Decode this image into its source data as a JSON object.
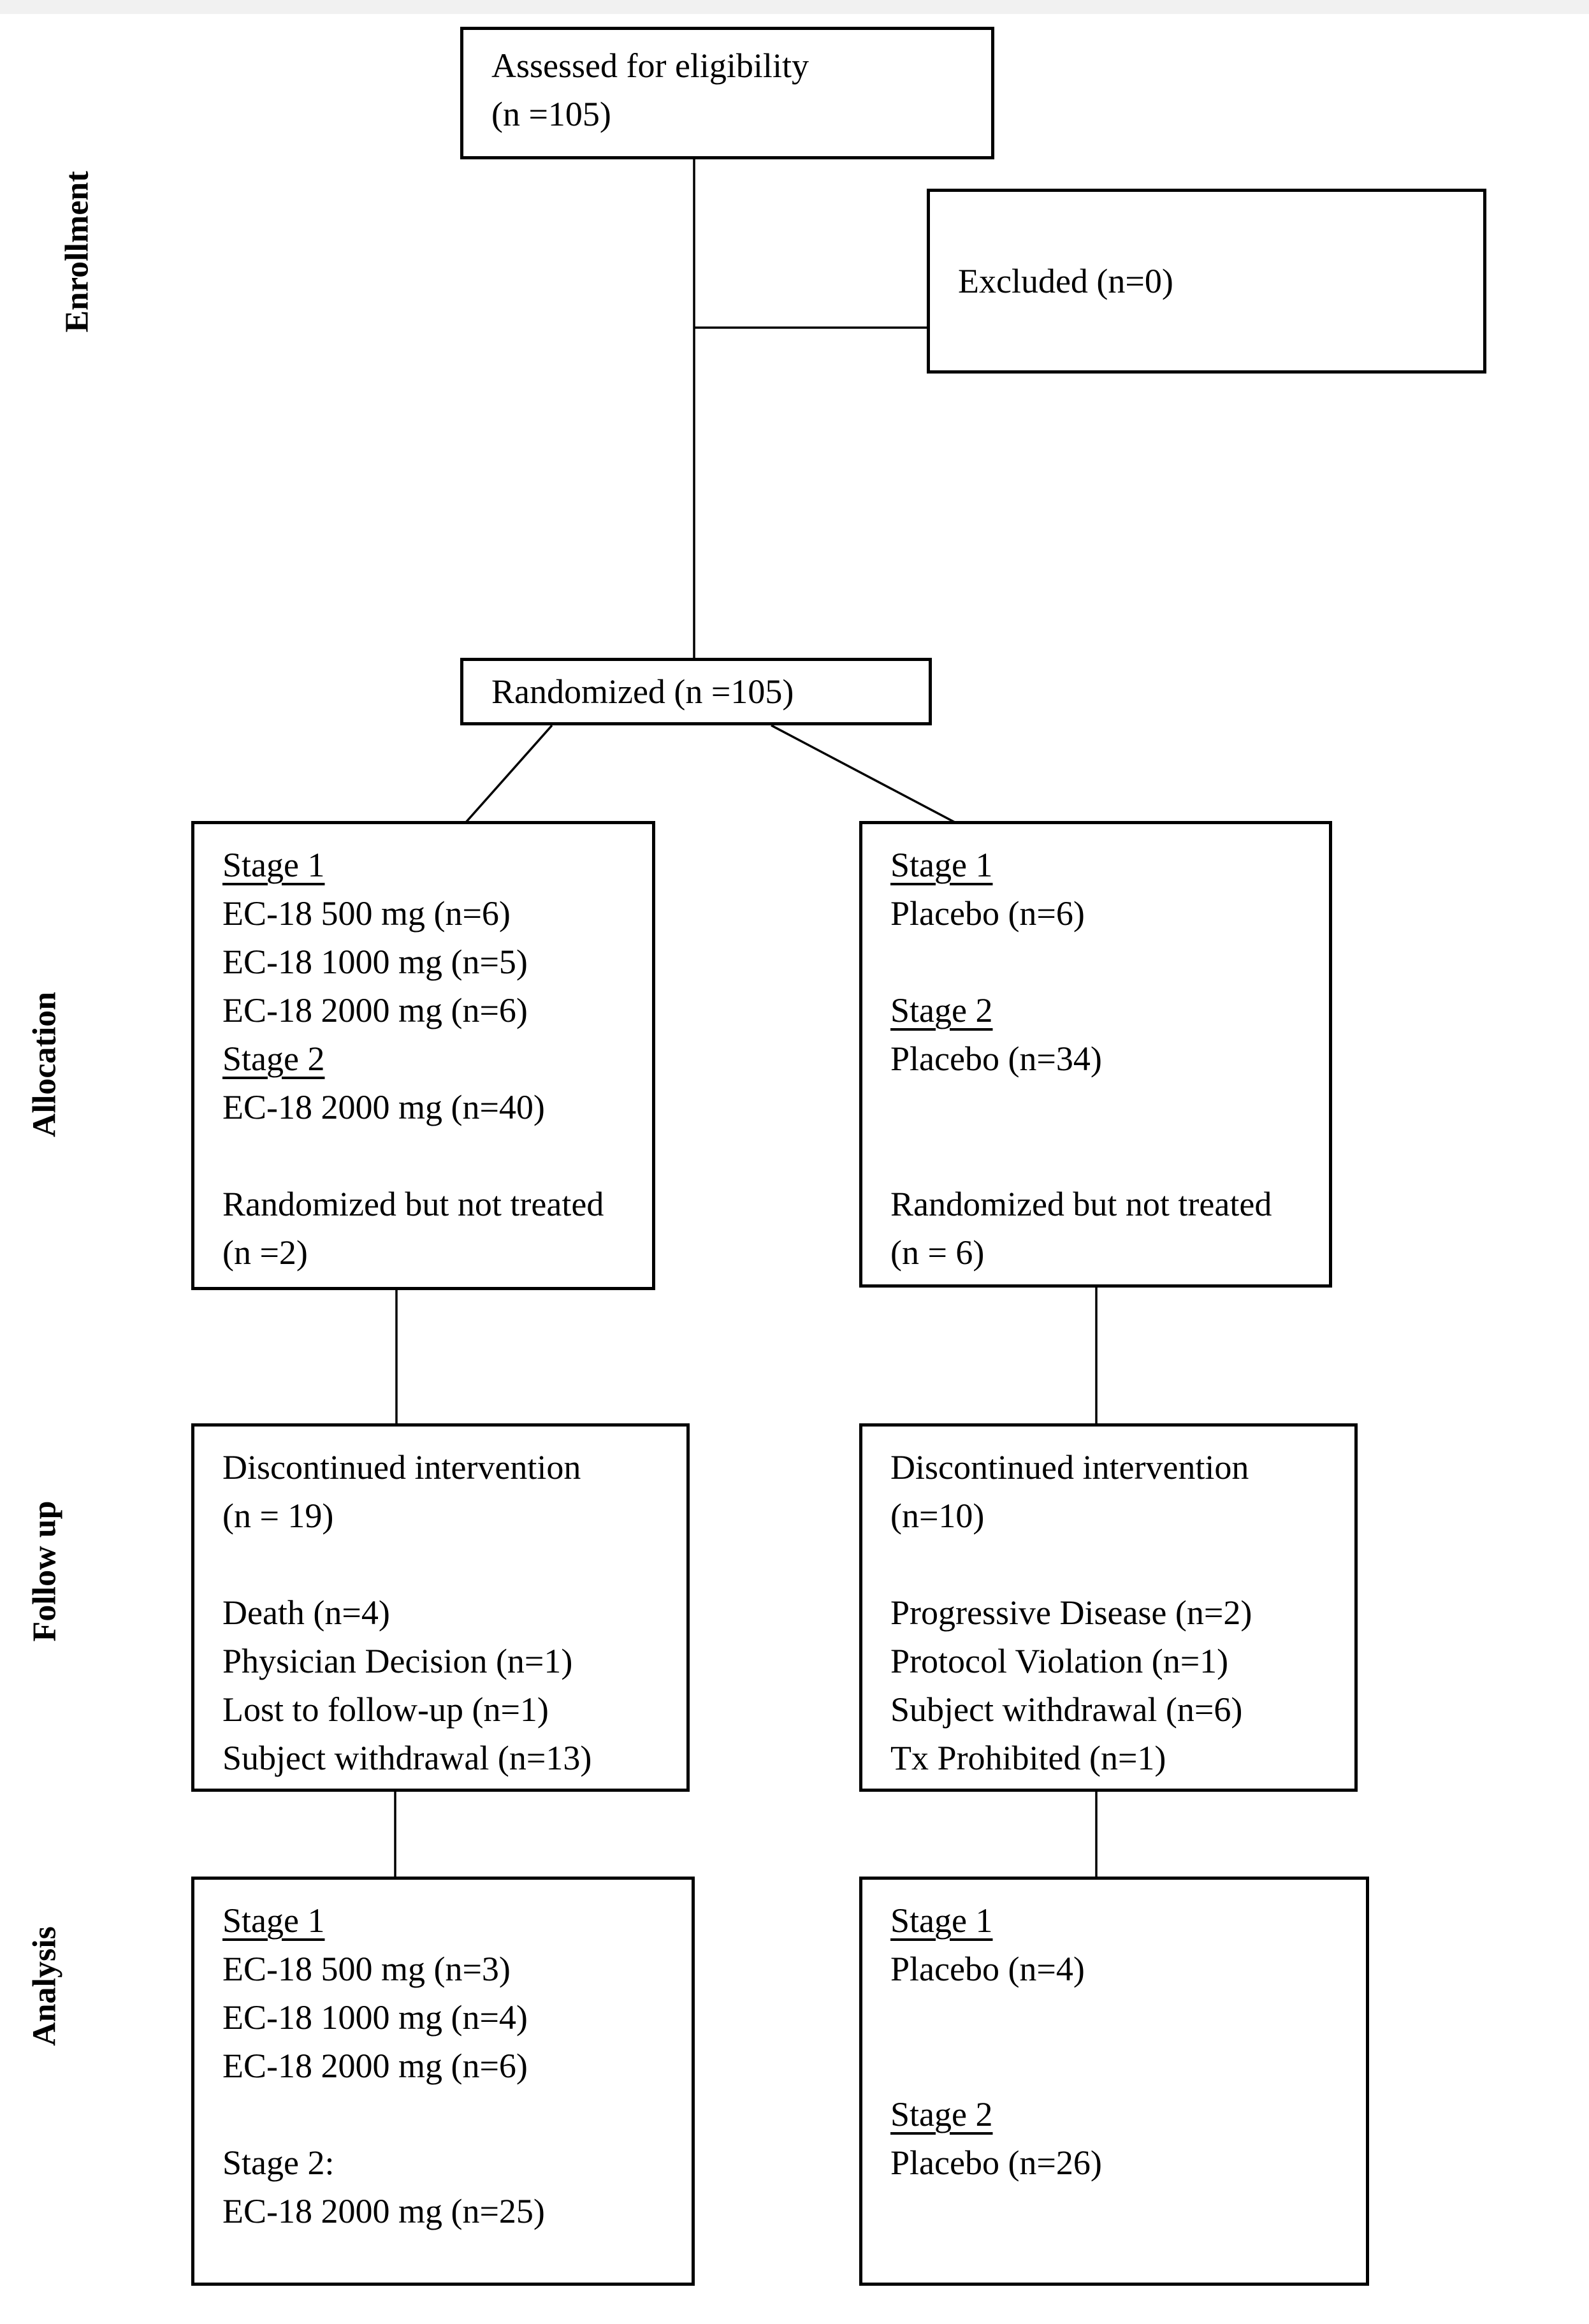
{
  "figure": {
    "type": "consort-flow-diagram",
    "colors": {
      "line": "#000000",
      "box_border": "#000000",
      "text": "#000000",
      "background": "#ffffff"
    },
    "side_labels": {
      "enrollment": "Enrollment",
      "allocation": "Allocation",
      "follow_up": "Follow up",
      "analysis": "Analysis"
    },
    "boxes": {
      "assessed": {
        "lines": [
          {
            "text": "Assessed for eligibility",
            "underline": false
          },
          {
            "text": "(n =105)",
            "underline": false
          }
        ]
      },
      "excluded": {
        "lines": [
          {
            "text": "Excluded (n=0)",
            "underline": false
          }
        ]
      },
      "randomized": {
        "lines": [
          {
            "text": "Randomized (n =105)",
            "underline": false
          }
        ]
      },
      "allocation_left": {
        "lines": [
          {
            "text": "Stage 1",
            "underline": true
          },
          {
            "text": "EC-18 500 mg (n=6)",
            "underline": false
          },
          {
            "text": "EC-18 1000 mg (n=5)",
            "underline": false
          },
          {
            "text": "EC-18 2000 mg (n=6)",
            "underline": false
          },
          {
            "text": "Stage 2",
            "underline": true
          },
          {
            "text": "EC-18 2000 mg (n=40)",
            "underline": false
          },
          {
            "text": "",
            "underline": false
          },
          {
            "text": "Randomized but not treated",
            "underline": false
          },
          {
            "text": "(n =2)",
            "underline": false
          }
        ]
      },
      "allocation_right": {
        "lines": [
          {
            "text": "Stage 1",
            "underline": true
          },
          {
            "text": "Placebo (n=6)",
            "underline": false
          },
          {
            "text": "",
            "underline": false
          },
          {
            "text": "Stage 2",
            "underline": true
          },
          {
            "text": "Placebo (n=34)",
            "underline": false
          },
          {
            "text": "",
            "underline": false
          },
          {
            "text": "",
            "underline": false
          },
          {
            "text": "Randomized but not treated",
            "underline": false
          },
          {
            "text": "(n = 6)",
            "underline": false
          }
        ]
      },
      "followup_left": {
        "lines": [
          {
            "text": "Discontinued intervention",
            "underline": false
          },
          {
            "text": "(n = 19)",
            "underline": false
          },
          {
            "text": "",
            "underline": false
          },
          {
            "text": "Death (n=4)",
            "underline": false
          },
          {
            "text": "Physician Decision (n=1)",
            "underline": false
          },
          {
            "text": "Lost to follow-up (n=1)",
            "underline": false
          },
          {
            "text": "Subject withdrawal (n=13)",
            "underline": false
          }
        ]
      },
      "followup_right": {
        "lines": [
          {
            "text": "Discontinued intervention",
            "underline": false
          },
          {
            "text": "(n=10)",
            "underline": false
          },
          {
            "text": "",
            "underline": false
          },
          {
            "text": "Progressive Disease (n=2)",
            "underline": false
          },
          {
            "text": "Protocol Violation (n=1)",
            "underline": false
          },
          {
            "text": "Subject withdrawal (n=6)",
            "underline": false
          },
          {
            "text": "Tx Prohibited (n=1)",
            "underline": false
          }
        ]
      },
      "analysis_left": {
        "lines": [
          {
            "text": "Stage 1",
            "underline": true
          },
          {
            "text": "EC-18 500 mg (n=3)",
            "underline": false
          },
          {
            "text": "EC-18 1000 mg (n=4)",
            "underline": false
          },
          {
            "text": "EC-18 2000 mg (n=6)",
            "underline": false
          },
          {
            "text": "",
            "underline": false
          },
          {
            "text": "Stage 2:",
            "underline": false
          },
          {
            "text": "EC-18 2000 mg (n=25)",
            "underline": false
          }
        ]
      },
      "analysis_right": {
        "lines": [
          {
            "text": "Stage 1",
            "underline": true
          },
          {
            "text": "Placebo (n=4)",
            "underline": false
          },
          {
            "text": "",
            "underline": false
          },
          {
            "text": "",
            "underline": false
          },
          {
            "text": "Stage 2",
            "underline": true
          },
          {
            "text": "Placebo (n=26)",
            "underline": false
          }
        ]
      }
    }
  }
}
